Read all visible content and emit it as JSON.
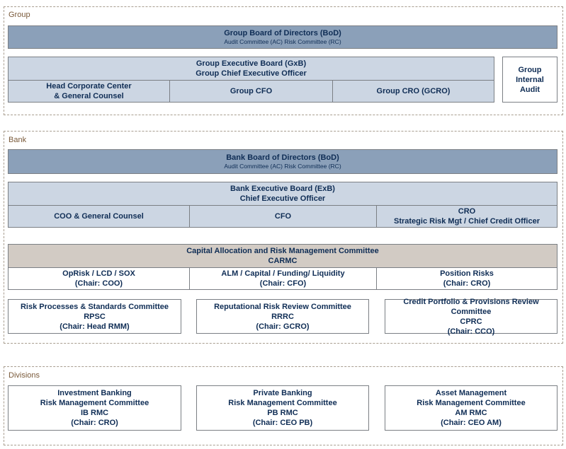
{
  "group": {
    "label": "Group",
    "bod": {
      "title": "Group Board of Directors (BoD)",
      "sub": "Audit Committee (AC)  Risk Committee (RC)"
    },
    "gxb": {
      "line1": "Group Executive Board (GxB)",
      "line2": "Group Chief Executive Officer"
    },
    "head_cc": {
      "line1": "Head Corporate Center",
      "line2": "& General Counsel"
    },
    "cfo": "Group CFO",
    "cro": "Group CRO (GCRO)",
    "audit": {
      "line1": "Group",
      "line2": "Internal",
      "line3": "Audit"
    }
  },
  "bank": {
    "label": "Bank",
    "bod": {
      "title": "Bank Board of Directors (BoD)",
      "sub": "Audit Committee (AC)  Risk Committee (RC)"
    },
    "exb": {
      "line1": "Bank Executive Board (ExB)",
      "line2": "Chief Executive Officer"
    },
    "coo": "COO & General Counsel",
    "cfo": "CFO",
    "cro": {
      "line1": "CRO",
      "line2": "Strategic Risk Mgt / Chief Credit Officer"
    },
    "carmc": {
      "line1": "Capital Allocation and Risk Management Committee",
      "line2": "CARMC"
    },
    "oprisk": {
      "line1": "OpRisk / LCD / SOX",
      "line2": "(Chair: COO)"
    },
    "alm": {
      "line1": "ALM / Capital / Funding/ Liquidity",
      "line2": "(Chair: CFO)"
    },
    "position": {
      "line1": "Position Risks",
      "line2": "(Chair: CRO)"
    },
    "rpsc": {
      "line1": "Risk Processes & Standards Committee",
      "line2": "RPSC",
      "line3": "(Chair: Head RMM)"
    },
    "rrrc": {
      "line1": "Reputational Risk Review Committee",
      "line2": "RRRC",
      "line3": "(Chair: GCRO)"
    },
    "cprc": {
      "line1": "Credit Portfolio & Provisions Review Committee",
      "line2": "CPRC",
      "line3": "(Chair: CCO)"
    }
  },
  "divisions": {
    "label": "Divisions",
    "ib": {
      "line1": "Investment Banking",
      "line2": "Risk Management Committee",
      "line3": "IB RMC",
      "line4": "(Chair: CRO)"
    },
    "pb": {
      "line1": "Private Banking",
      "line2": "Risk Management Committee",
      "line3": "PB RMC",
      "line4": "(Chair: CEO PB)"
    },
    "am": {
      "line1": "Asset Management",
      "line2": "Risk Management Committee",
      "line3": "AM RMC",
      "line4": "(Chair: CEO AM)"
    }
  }
}
